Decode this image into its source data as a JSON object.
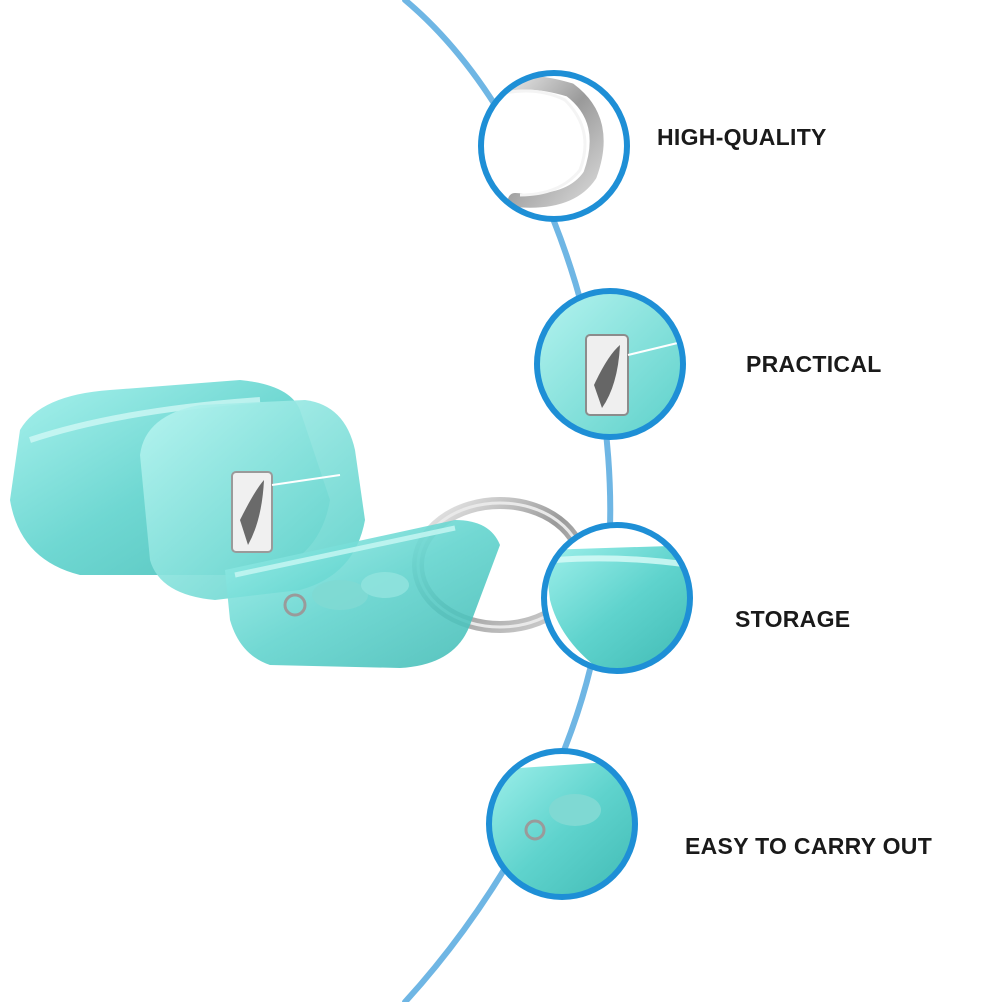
{
  "colors": {
    "accent": "#6fb6e4",
    "product": "#66d8d2",
    "label_text": "#1a1a1a",
    "background": "#ffffff"
  },
  "features": [
    {
      "label": "HIGH-QUALITY",
      "icon": "key-ring-closeup"
    },
    {
      "label": "PRACTICAL",
      "icon": "floss-cutter-closeup"
    },
    {
      "label": "STORAGE",
      "icon": "case-edge-closeup"
    },
    {
      "label": "EASY TO CARRY OUT",
      "icon": "case-interior-closeup"
    }
  ],
  "product": {
    "icon": "floss-case-keychain-photo"
  }
}
